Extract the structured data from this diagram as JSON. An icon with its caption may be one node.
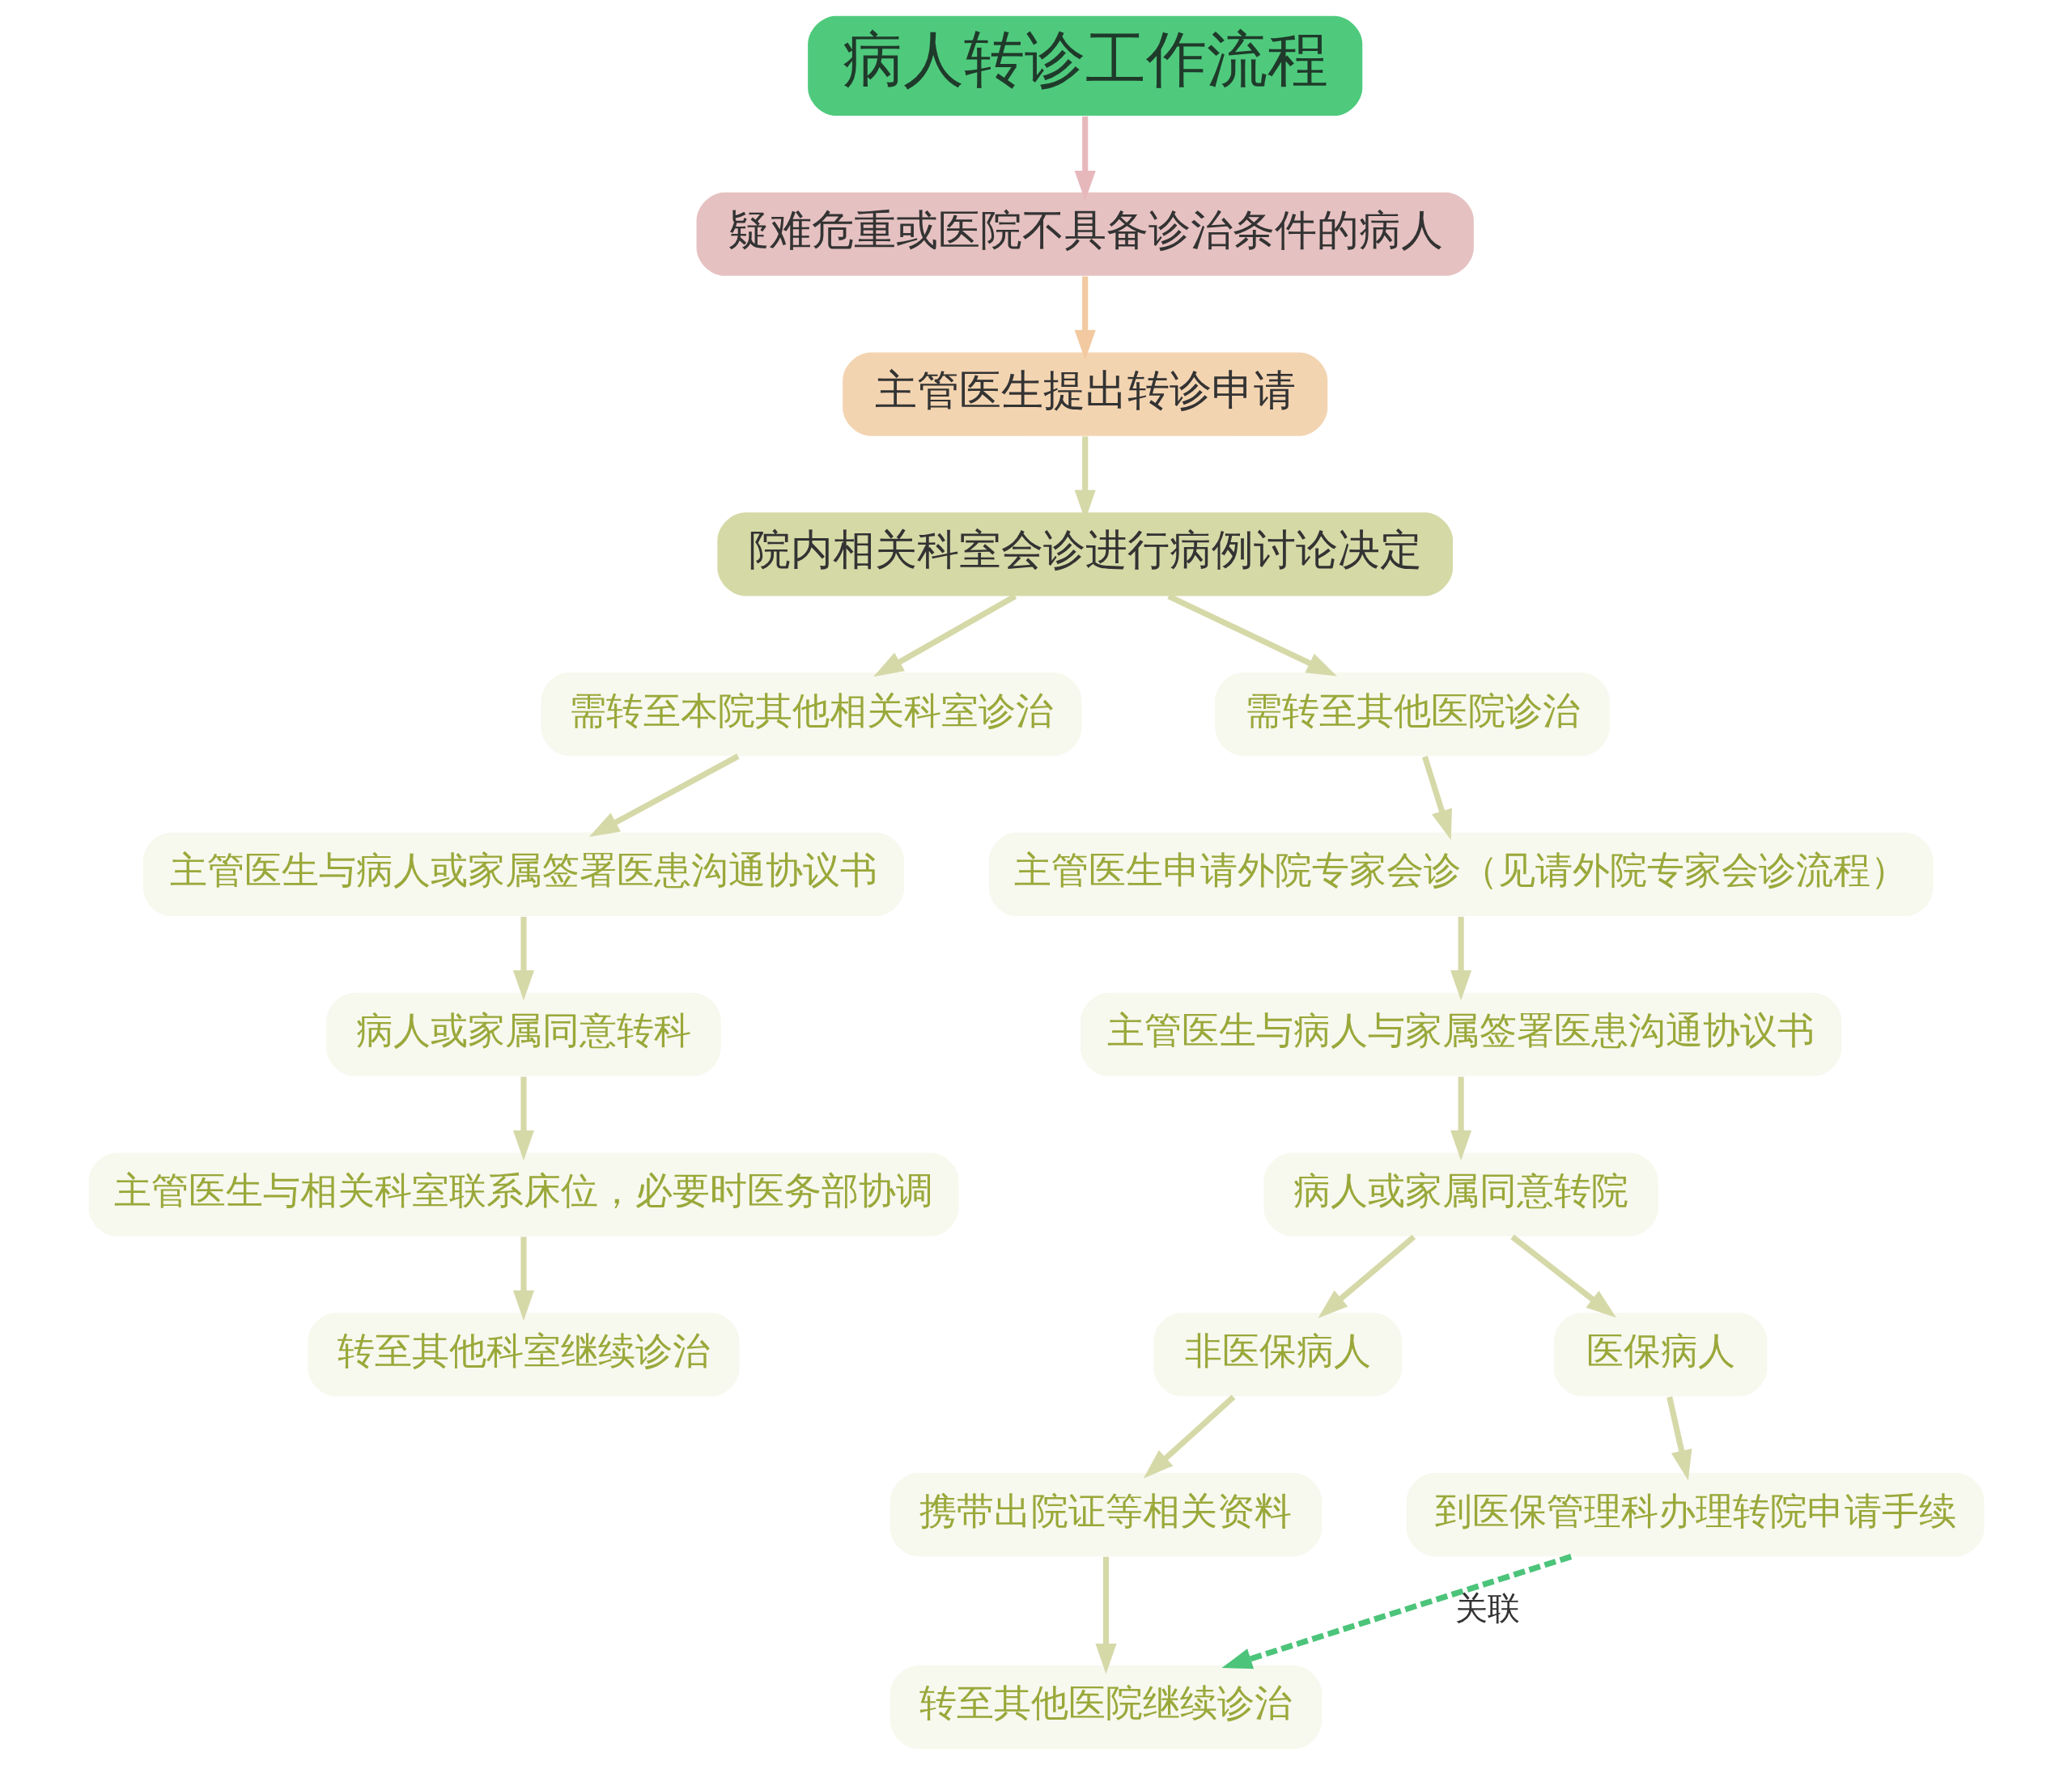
{
  "diagram": {
    "nodes": [
      {
        "text": [
          "病人转诊工作流程"
        ]
      },
      {
        "text": [
          "疑难危重或医院不具备诊治条件的病人"
        ]
      },
      {
        "text": [
          "主管医生提出转诊申请"
        ]
      },
      {
        "text": [
          "院内相关科室会诊进行病例讨论决定"
        ]
      },
      {
        "text": [
          "需转至本院其他相关科室诊治"
        ]
      },
      {
        "text": [
          "需转至其他医院诊治"
        ]
      },
      {
        "text": [
          "主管医生与病人或家属签署医患沟通协议书"
        ]
      },
      {
        "text": [
          "病人或家属同意转科"
        ]
      },
      {
        "text": [
          "主管医生与相关科室联系床位，必要时医务部协调"
        ]
      },
      {
        "text": [
          "转至其他科室继续诊治"
        ]
      },
      {
        "text": [
          "主管医生申请外院专家会诊（见请外院专家会诊流程）"
        ]
      },
      {
        "text": [
          "主管医生与病人与家属签署医患沟通协议书"
        ]
      },
      {
        "text": [
          "病人或家属同意转院"
        ]
      },
      {
        "text": [
          "非医保病人"
        ]
      },
      {
        "text": [
          "医保病人"
        ]
      },
      {
        "text": [
          "携带出院证等相关资料"
        ]
      },
      {
        "text": [
          "转至其他医院继续诊治"
        ]
      },
      {
        "text": [
          "到医保管理科办理转院申请手续"
        ]
      }
    ],
    "edges": [
      {
        "from": 0,
        "to": 1,
        "arrow": "to",
        "color": "#e6b8bc"
      },
      {
        "from": 1,
        "to": 2,
        "arrow": "to",
        "color": "#f2c9a0"
      },
      {
        "from": 2,
        "to": 3,
        "arrow": "to"
      },
      {
        "from": 3,
        "to": 4,
        "arrow": "to"
      },
      {
        "from": 3,
        "to": 5,
        "arrow": "to"
      },
      {
        "from": 4,
        "to": 6,
        "arrow": "to"
      },
      {
        "from": 6,
        "to": 7,
        "arrow": "to"
      },
      {
        "from": 7,
        "to": 8,
        "arrow": "to"
      },
      {
        "from": 8,
        "to": 9,
        "arrow": "to"
      },
      {
        "from": 5,
        "to": 10,
        "arrow": "to"
      },
      {
        "from": 10,
        "to": 11,
        "arrow": "to"
      },
      {
        "from": 11,
        "to": 12,
        "arrow": "to"
      },
      {
        "from": 12,
        "to": 13,
        "arrow": "to"
      },
      {
        "from": 12,
        "to": 14,
        "arrow": "to"
      },
      {
        "from": 13,
        "to": 15,
        "arrow": "to"
      },
      {
        "from": 15,
        "to": 16,
        "arrow": "to"
      },
      {
        "from": 14,
        "to": 17,
        "arrow": "to"
      },
      {
        "from": 17,
        "to": 16,
        "arrow": "to",
        "label": "关联",
        "style": "dashed",
        "color": "#4cc47a"
      }
    ]
  }
}
